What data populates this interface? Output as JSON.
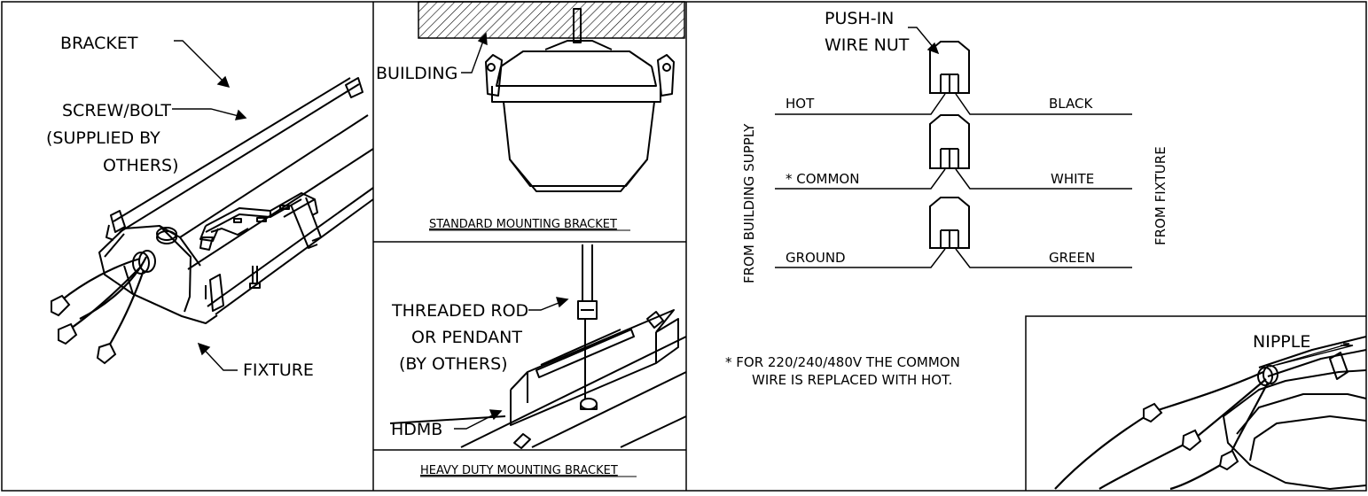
{
  "panel_left": {
    "bracket_label": "BRACKET",
    "screw_label": [
      "SCREW/BOLT",
      "(SUPPLIED BY",
      "OTHERS)"
    ],
    "fixture_label": "FIXTURE"
  },
  "panel_standard": {
    "building_label": "BUILDING",
    "caption": "STANDARD MOUNTING BRACKET"
  },
  "panel_heavy": {
    "rod_label": [
      "THREADED ROD",
      "OR PENDANT",
      "(BY OTHERS)"
    ],
    "hdmb_label": "HDMB",
    "caption": "HEAVY DUTY MOUNTING BRACKET"
  },
  "panel_wiring": {
    "wire_nut_label": [
      "PUSH-IN",
      "WIRE NUT"
    ],
    "left_side_label": "FROM BUILDING SUPPLY",
    "right_side_label": "FROM FIXTURE",
    "wires": [
      {
        "supply": "HOT",
        "fixture": "BLACK"
      },
      {
        "supply": "* COMMON",
        "fixture": "WHITE"
      },
      {
        "supply": "GROUND",
        "fixture": "GREEN"
      }
    ],
    "note": [
      "* FOR 220/240/480V THE COMMON",
      "WIRE IS REPLACED WITH HOT."
    ],
    "nipple_label": "NIPPLE"
  }
}
